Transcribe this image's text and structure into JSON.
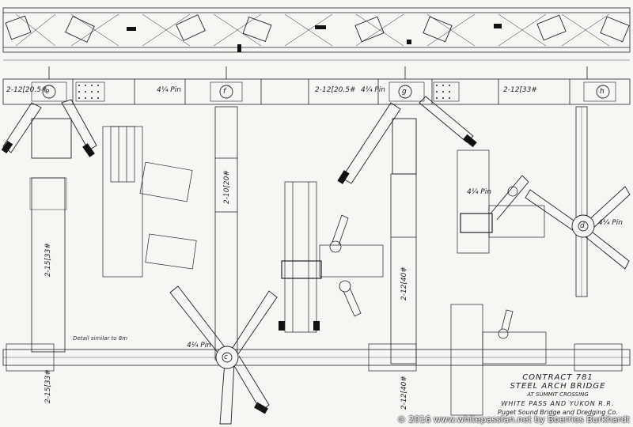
{
  "nodes": [
    "e",
    "f",
    "g",
    "h",
    "c",
    "d"
  ],
  "labels": [
    "2-12[20.5#",
    "4¼ Pin",
    "2-12[20.5#",
    "4¼ Pin",
    "2-12[33#",
    "4¼ Pin",
    "4¼ Pin",
    "4¼ Pin",
    "2-15[33#",
    "2-15[33#",
    "2-10[20#",
    "2-12[40#",
    "2-12[40#",
    "Detail similar to 8m"
  ],
  "title": {
    "contract": "CONTRACT 781",
    "name": "STEEL ARCH BRIDGE",
    "location": "AT SUMMIT CROSSING",
    "railway": "WHITE PASS AND YUKON R.R.",
    "company": "Puget Sound Bridge and Dredging Co."
  },
  "watermark": "© 2016 www.whitepassfan.net by Boerries Burkhardt"
}
